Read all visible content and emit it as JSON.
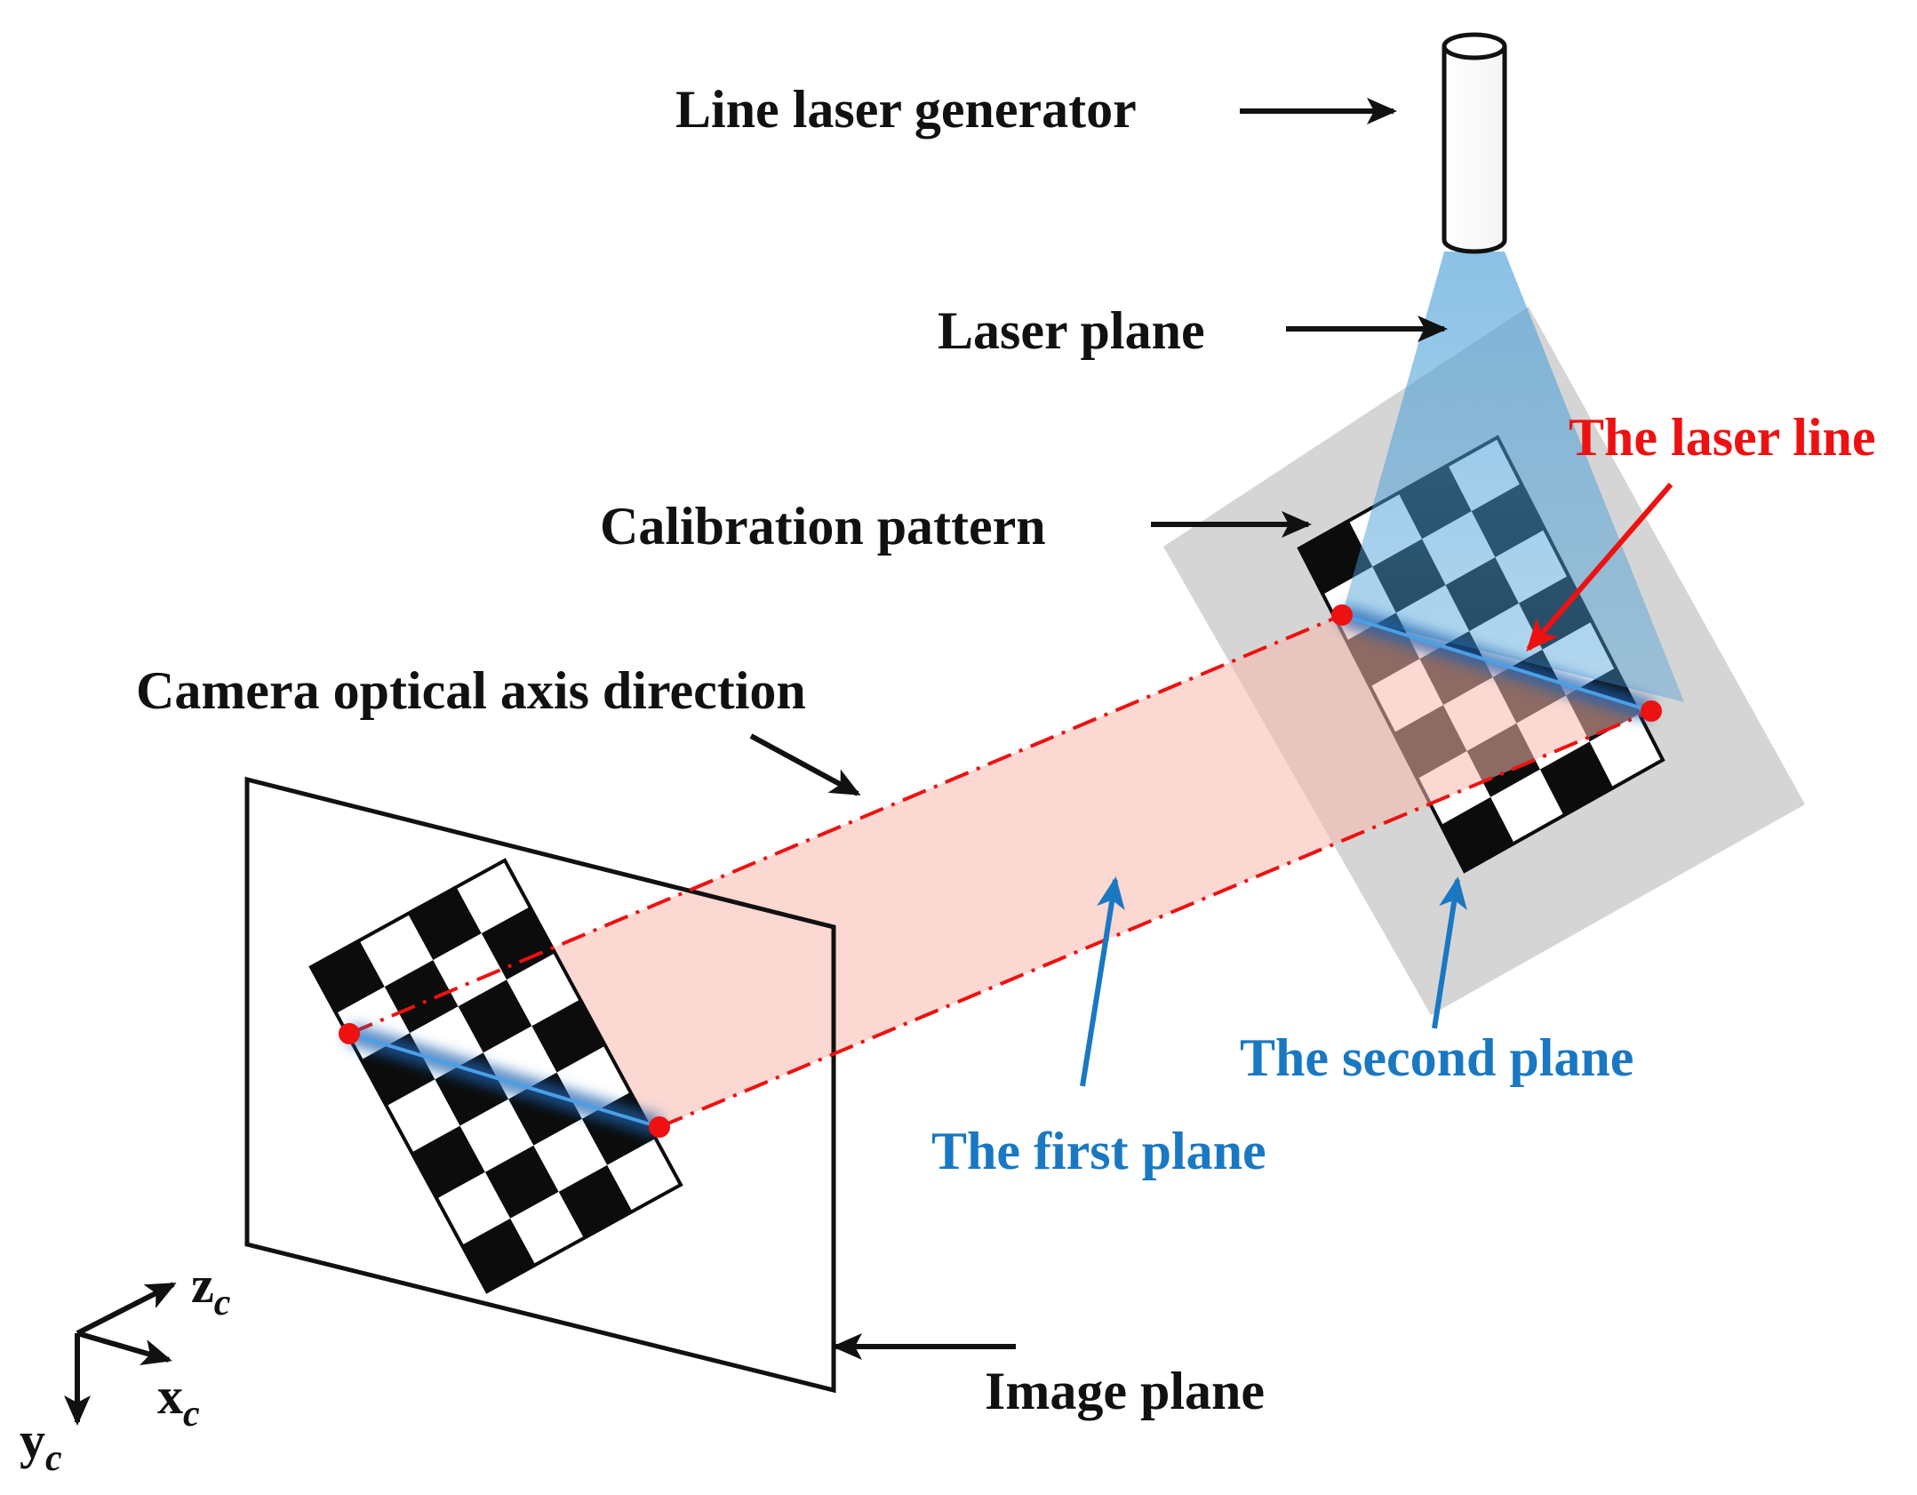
{
  "labels": {
    "line_laser_generator": "Line laser generator",
    "laser_plane": "Laser plane",
    "calibration_pattern": "Calibration pattern",
    "laser_line": "The laser line",
    "camera_optical_axis": "Camera optical axis direction",
    "second_plane": "The second plane",
    "first_plane": "The first plane",
    "image_plane": "Image plane"
  },
  "axes": {
    "z": {
      "base": "z",
      "sub": "c"
    },
    "x": {
      "base": "x",
      "sub": "c"
    },
    "y": {
      "base": "y",
      "sub": "c"
    }
  },
  "colors": {
    "black": "#111111",
    "red": "#ee1111",
    "blue": "#1a78c2",
    "laser_plane_fill": "#4a9fd8",
    "second_plane_fill": "#cfcfcf",
    "first_plane_fill": "#f9c9c0"
  },
  "checkerboard": {
    "columns": 4,
    "rows": 7
  }
}
